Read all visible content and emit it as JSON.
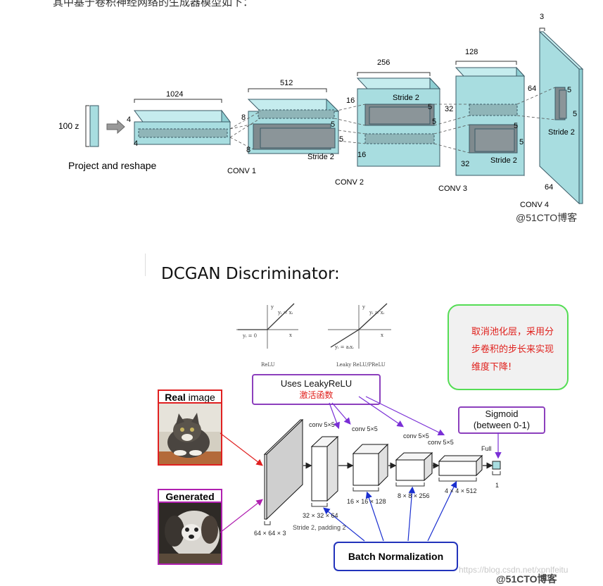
{
  "intro_text": "其中基于卷积神经网络的生成器模型如下：",
  "generator": {
    "input_label": "100 z",
    "project_label": "Project and reshape",
    "block1": {
      "top": "1024",
      "side_a": "4",
      "side_b": "4"
    },
    "block2": {
      "top": "512",
      "side_a": "8",
      "side_b": "8",
      "k_a": "5",
      "k_b": "5",
      "stride": "Stride 2",
      "conv": "CONV 1"
    },
    "block3": {
      "top": "256",
      "side_a": "16",
      "side_b": "16",
      "k_a": "5",
      "k_b": "5",
      "stride": "Stride 2",
      "conv": "CONV 2"
    },
    "block4": {
      "top": "128",
      "side_a": "32",
      "side_b": "32",
      "k_a": "5",
      "k_b": "5",
      "stride": "Stride 2",
      "conv": "CONV 3"
    },
    "block5": {
      "top": "3",
      "side_a": "64",
      "side_b": "64",
      "k_a": "5",
      "k_b": "5",
      "stride": "Stride 2",
      "conv": "CONV 4"
    },
    "watermark": "@51CTO博客"
  },
  "discriminator": {
    "title": "DCGAN Discriminator:",
    "note": [
      "取消池化层，采用分",
      "步卷积的步长来实现",
      "维度下降!"
    ],
    "leaky_box": {
      "line1": "Uses LeakyReLU",
      "line2": "激活函数"
    },
    "relu_plot": {
      "ylabel": "y",
      "xlabel": "x",
      "eq_right": "yᵢ = xᵢ",
      "eq_left": "yᵢ = 0",
      "caption": "ReLU"
    },
    "leaky_plot": {
      "ylabel": "y",
      "xlabel": "x",
      "eq_right": "yᵢ = xᵢ",
      "eq_left": "yᵢ = aᵢxᵢ",
      "caption": "Leaky ReLU/PReLU"
    },
    "real_tag": {
      "bold": "Real",
      "rest": " image"
    },
    "generated_tag": "Generated",
    "sigmoid_box": {
      "line1": "Sigmoid",
      "line2": "(between 0-1)"
    },
    "bn_box": "Batch Normalization",
    "conv_labels": [
      "conv 5×5",
      "conv 5×5",
      "conv 5×5",
      "conv 5×5"
    ],
    "full_label": "Full",
    "dims": [
      "64 × 64 × 3",
      "32 × 32 × 64",
      "16 × 16 × 128",
      "8 × 8 × 256",
      "4 × 4 × 512",
      "1"
    ],
    "stride_note": "Stride 2, padding 2",
    "watermark_faint": "https://blog.csdn.net/xpnlfeitu",
    "watermark": "@51CTO博客"
  },
  "colors": {
    "cube_face": "#a8dde0",
    "cube_edge": "#3a5a66",
    "kernel": "#7f8a8e",
    "red": "#e0201c",
    "purple": "#8c3fbd",
    "blue": "#2233bb",
    "green_border": "#55dd55"
  }
}
